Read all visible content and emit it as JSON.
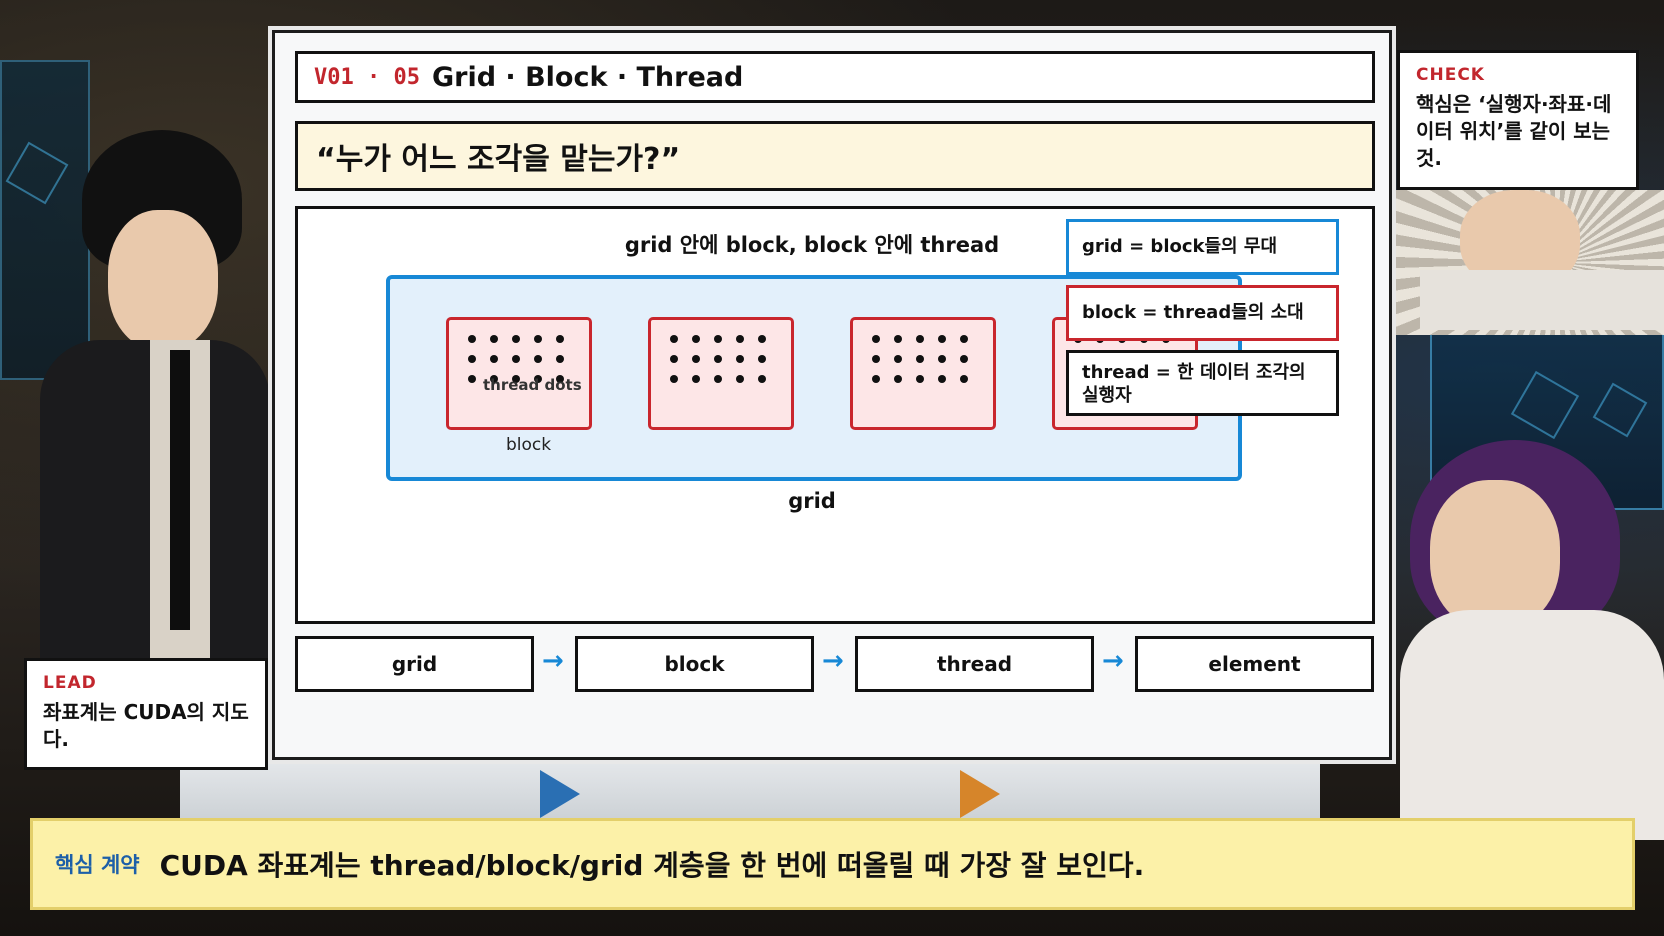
{
  "slide": {
    "code": "V01 · 05",
    "title": "Grid · Block · Thread",
    "quote": "“누가 어느 조각을 맡는가?”"
  },
  "diagram": {
    "heading": "grid 안에 block, block 안에 thread",
    "thread_dots_label": "thread dots",
    "block_label": "block",
    "grid_label": "grid",
    "callouts": [
      "grid = block들의 무대",
      "block = thread들의 소대",
      "thread = 한 데이터 조각의 실행자"
    ]
  },
  "flow": [
    "grid",
    "block",
    "thread",
    "element"
  ],
  "check": {
    "tag": "CHECK",
    "text": "핵심은 ‘실행자·좌표·데이터 위치’를 같이 보는 것."
  },
  "lead": {
    "tag": "LEAD",
    "text": "좌표계는 CUDA의 지도다."
  },
  "caption": {
    "tag": "핵심 계약",
    "text": "CUDA 좌표계는 thread/block/grid 계층을 한 번에 떠올릴 때 가장 잘 보인다."
  },
  "colors": {
    "accent_red": "#c2262d",
    "accent_blue": "#1788d6",
    "caption_bg": "#fcf1a8",
    "quote_bg": "#fdf6de"
  }
}
